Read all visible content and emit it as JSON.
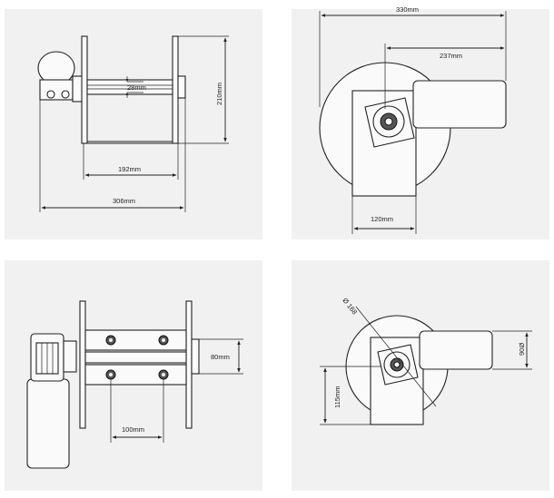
{
  "views": {
    "side": {
      "dim_shaft": "28mm",
      "dim_height": "210mm",
      "dim_inner_width": "192mm",
      "dim_overall_width": "306mm"
    },
    "front": {
      "dim_overall": "330mm",
      "dim_motor": "237mm",
      "dim_base": "120mm"
    },
    "top": {
      "dim_rod_spacing": "80mm",
      "dim_bolt_spacing": "100mm"
    },
    "rear": {
      "dim_diameter": "Ø 168",
      "dim_motor_height": "90Ø",
      "dim_mount_height": "115mm"
    }
  }
}
